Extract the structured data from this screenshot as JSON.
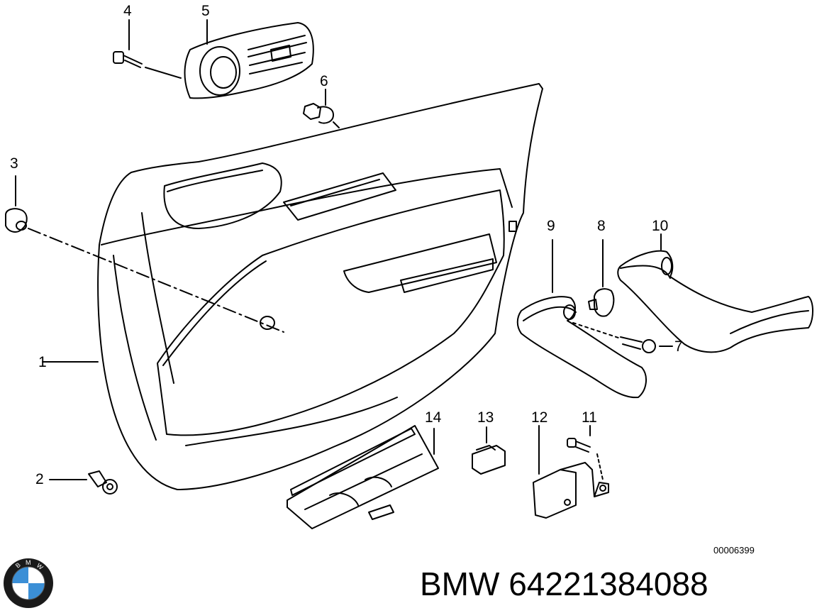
{
  "diagram": {
    "callouts": [
      "1",
      "2",
      "3",
      "4",
      "5",
      "6",
      "7",
      "8",
      "9",
      "10",
      "11",
      "12",
      "13",
      "14"
    ],
    "reference_code": "00006399"
  },
  "footer": {
    "brand": "BMW",
    "part_number": "64221384088",
    "logo_letters": "BMW"
  },
  "colors": {
    "ink": "#000000",
    "background": "#ffffff",
    "logo_blue": "#3b8fd6",
    "logo_ring": "#1a1a1a"
  },
  "icons": [
    "bmw-roundel-icon"
  ]
}
